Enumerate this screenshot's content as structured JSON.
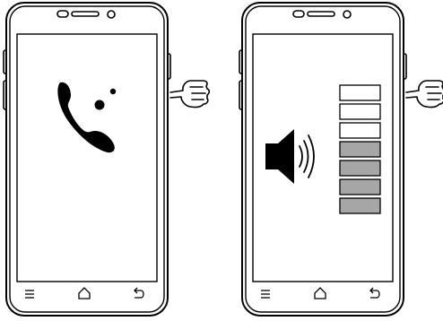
{
  "illustration": {
    "panels": [
      {
        "screen_content": "phone-call-icon",
        "side_button_pressed": "volume-button",
        "nav_bar": {
          "left": "menu-icon",
          "center": "home-icon",
          "right": "back-icon"
        }
      },
      {
        "screen_content": "speaker-icon",
        "side_button_pressed": "volume-button",
        "volume_level": {
          "filled_bars": 4,
          "total_bars": 7,
          "fraction": 0.571
        },
        "nav_bar": {
          "left": "menu-icon",
          "center": "home-icon",
          "right": "back-icon"
        }
      }
    ],
    "colors": {
      "outline": "#000000",
      "screen": "#ffffff",
      "volume_filled": "#a6a6a6",
      "volume_empty": "#ffffff"
    }
  }
}
